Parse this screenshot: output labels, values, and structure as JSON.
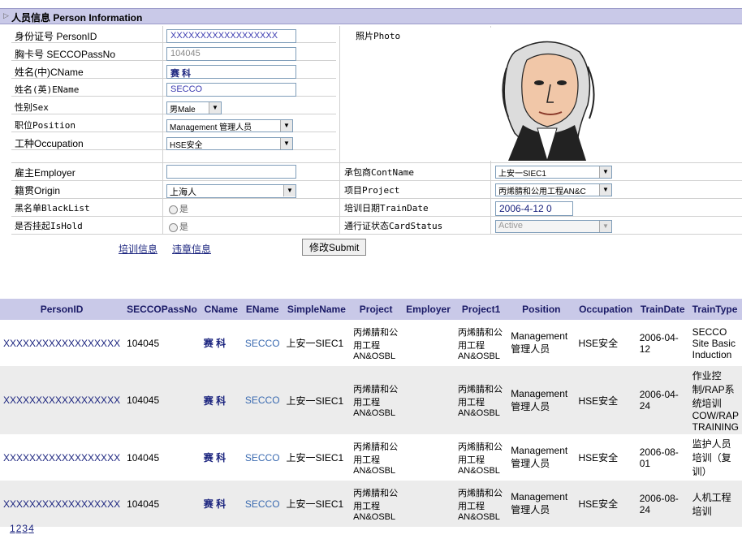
{
  "header": {
    "title": "人员信息 Person Information"
  },
  "form": {
    "person_id": {
      "label": "身份证号 PersonID",
      "value": "XXXXXXXXXXXXXXXXXX"
    },
    "pass_no": {
      "label": "胸卡号 SECCOPassNo",
      "value": "104045"
    },
    "cname": {
      "label": "姓名(中)CName",
      "value": "赛 科"
    },
    "ename": {
      "label": "姓名(英)EName",
      "value": "SECCO"
    },
    "sex": {
      "label": "性别Sex",
      "value": "男Male"
    },
    "position": {
      "label": "职位Position",
      "value": "Management 管理人员"
    },
    "occupation": {
      "label": "工种Occupation",
      "value": "HSE安全"
    },
    "employer": {
      "label": "雇主Employer",
      "value": ""
    },
    "origin": {
      "label": "籍贯Origin",
      "value": "上海人"
    },
    "blacklist": {
      "label": "黑名单BlackList",
      "option": "是"
    },
    "is_hold": {
      "label": "是否挂起IsHold",
      "option": "是"
    },
    "photo": {
      "label": "照片Photo"
    },
    "cont_name": {
      "label": "承包商ContName",
      "value": "上安一SIEC1"
    },
    "project": {
      "label": "项目Project",
      "value": "丙烯腈和公用工程AN&C"
    },
    "train_date": {
      "label": "培训日期TrainDate",
      "value": "2006-4-12 0"
    },
    "card_status": {
      "label": "通行证状态CardStatus",
      "value": "Active"
    }
  },
  "links": {
    "training": "培训信息",
    "violation": "违章信息",
    "submit": "修改Submit"
  },
  "table": {
    "columns": [
      "PersonID",
      "SECCOPassNo",
      "CName",
      "EName",
      "SimpleName",
      "Project",
      "Employer",
      "Project1",
      "Position",
      "Occupation",
      "TrainDate",
      "TrainType"
    ],
    "rows": [
      [
        "XXXXXXXXXXXXXXXXXX",
        "104045",
        "赛 科",
        "SECCO",
        "上安一SIEC1",
        "丙烯腈和公用工程AN&OSBL",
        "",
        "丙烯腈和公用工程AN&OSBL",
        "Management 管理人员",
        "HSE安全",
        "2006-04-12",
        "SECCO Site Basic Induction"
      ],
      [
        "XXXXXXXXXXXXXXXXXX",
        "104045",
        "赛 科",
        "SECCO",
        "上安一SIEC1",
        "丙烯腈和公用工程AN&OSBL",
        "",
        "丙烯腈和公用工程AN&OSBL",
        "Management 管理人员",
        "HSE安全",
        "2006-04-24",
        "作业控制/RAP系统培训 COW/RAP TRAINING"
      ],
      [
        "XXXXXXXXXXXXXXXXXX",
        "104045",
        "赛 科",
        "SECCO",
        "上安一SIEC1",
        "丙烯腈和公用工程AN&OSBL",
        "",
        "丙烯腈和公用工程AN&OSBL",
        "Management 管理人员",
        "HSE安全",
        "2006-08-01",
        "监护人员培训（复训）"
      ],
      [
        "XXXXXXXXXXXXXXXXXX",
        "104045",
        "赛 科",
        "SECCO",
        "上安一SIEC1",
        "丙烯腈和公用工程AN&OSBL",
        "",
        "丙烯腈和公用工程AN&OSBL",
        "Management 管理人员",
        "HSE安全",
        "2006-08-24",
        "人机工程培训"
      ]
    ]
  },
  "pager": [
    "1",
    "2",
    "3",
    "4"
  ]
}
